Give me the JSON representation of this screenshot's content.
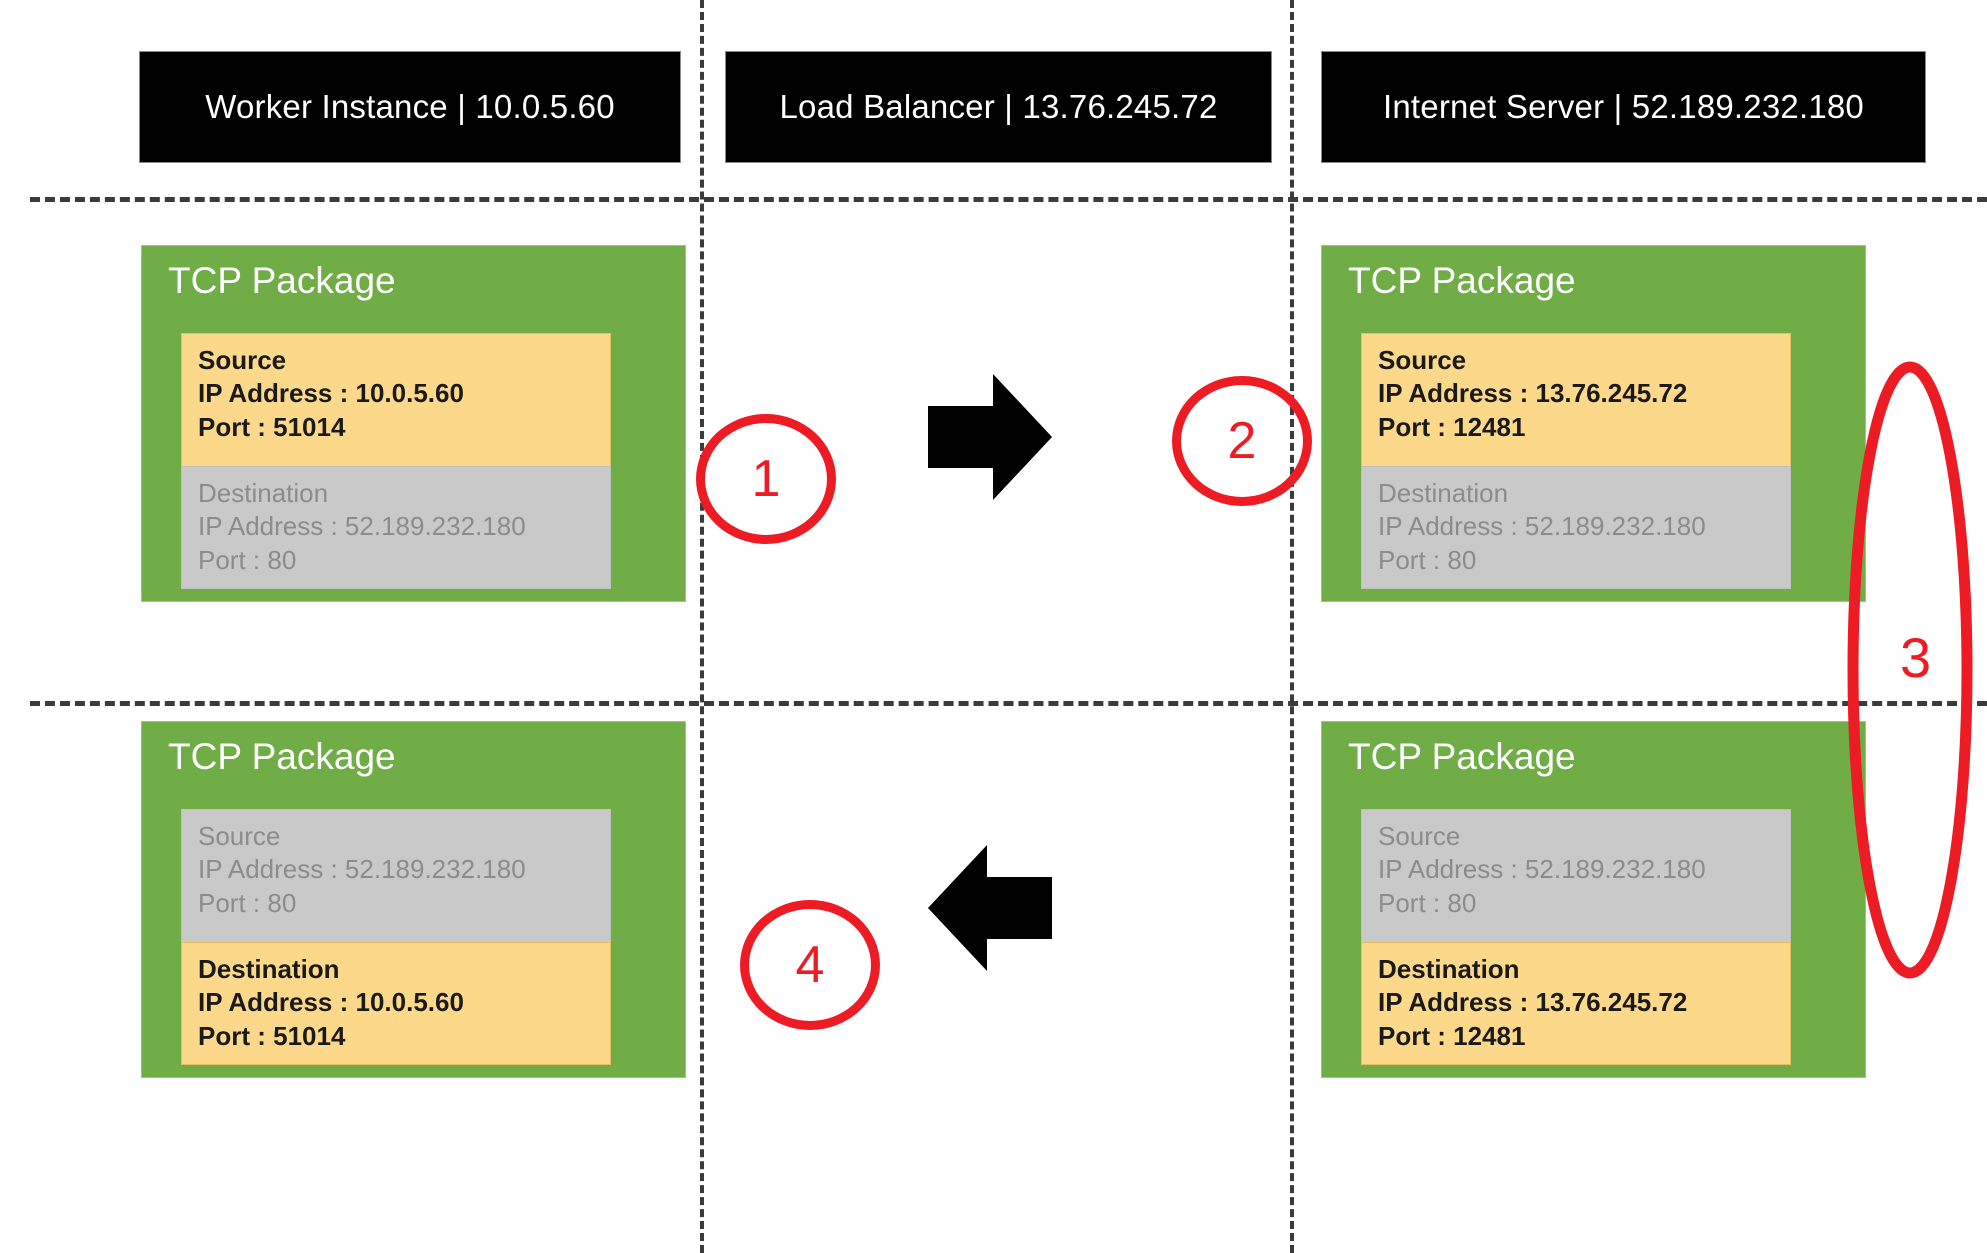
{
  "diagram": {
    "title": "TCP package source/destination NAT flow through load balancer",
    "colors": {
      "package_green": "#70AD47",
      "active_amber": "#FCD98A",
      "inactive_gray": "#C9C9C9",
      "marker_red": "#ED1C24",
      "header_black": "#000000"
    }
  },
  "columns": [
    {
      "name": "worker-instance",
      "header": "Worker Instance | 10.0.5.60"
    },
    {
      "name": "load-balancer",
      "header": "Load Balancer | 13.76.245.72"
    },
    {
      "name": "internet-server",
      "header": "Internet Server | 52.189.232.180"
    }
  ],
  "packages": [
    {
      "id": "outbound-worker",
      "title": "TCP Package",
      "segments": [
        {
          "kind": "source",
          "style": "amber",
          "label": "Source",
          "ip_line": "IP Address : 10.0.5.60",
          "port_line": "Port :  51014"
        },
        {
          "kind": "destination",
          "style": "gray",
          "label": "Destination",
          "ip_line": "IP Address : 52.189.232.180",
          "port_line": "Port :  80"
        }
      ]
    },
    {
      "id": "outbound-server",
      "title": "TCP Package",
      "segments": [
        {
          "kind": "source",
          "style": "amber",
          "label": "Source",
          "ip_line": "IP Address : 13.76.245.72",
          "port_line": "Port :  12481"
        },
        {
          "kind": "destination",
          "style": "gray",
          "label": "Destination",
          "ip_line": "IP Address : 52.189.232.180",
          "port_line": "Port :  80"
        }
      ]
    },
    {
      "id": "inbound-worker",
      "title": "TCP Package",
      "segments": [
        {
          "kind": "source",
          "style": "gray",
          "label": "Source",
          "ip_line": "IP Address : 52.189.232.180",
          "port_line": "Port :  80"
        },
        {
          "kind": "destination",
          "style": "amber",
          "label": "Destination",
          "ip_line": "IP Address : 10.0.5.60",
          "port_line": "Port :  51014"
        }
      ]
    },
    {
      "id": "inbound-server",
      "title": "TCP Package",
      "segments": [
        {
          "kind": "source",
          "style": "gray",
          "label": "Source",
          "ip_line": "IP Address : 52.189.232.180",
          "port_line": "Port :  80"
        },
        {
          "kind": "destination",
          "style": "amber",
          "label": "Destination",
          "ip_line": "IP Address : 13.76.245.72",
          "port_line": "Port :  12481"
        }
      ]
    }
  ],
  "markers": [
    {
      "id": "1",
      "shape": "circle",
      "label": "1"
    },
    {
      "id": "2",
      "shape": "circle",
      "label": "2"
    },
    {
      "id": "3",
      "shape": "ellipse",
      "label": "3"
    },
    {
      "id": "4",
      "shape": "circle",
      "label": "4"
    }
  ],
  "arrows": [
    {
      "id": "outbound-arrow",
      "direction": "right"
    },
    {
      "id": "inbound-arrow",
      "direction": "left"
    }
  ]
}
